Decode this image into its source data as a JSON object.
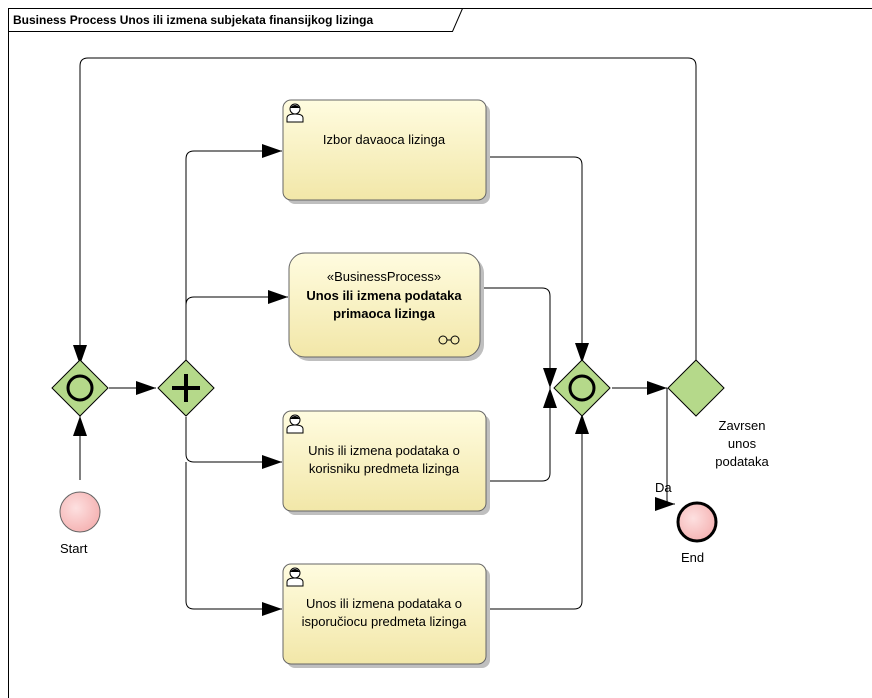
{
  "frame": {
    "title": "Business Process Unos ili izmena subjekata finansijkog lizinga"
  },
  "tasks": {
    "izbor": {
      "label": "Izbor davaoca lizinga"
    },
    "subprocess": {
      "stereotype": "«BusinessProcess»",
      "line1": "Unos ili izmena podataka",
      "line2": "primaoca lizinga"
    },
    "korisnik": {
      "line1": "Unis ili izmena podataka o",
      "line2": "korisniku predmeta lizinga"
    },
    "isporucilac": {
      "line1": "Unos ili izmena podataka o",
      "line2": "isporučiocu predmeta lizinga"
    }
  },
  "events": {
    "start": {
      "label": "Start"
    },
    "end": {
      "label": "End"
    }
  },
  "gateways": {
    "decision": {
      "line1": "Zavrsen",
      "line2": "unos",
      "line3": "podataka"
    }
  },
  "flows": {
    "yes_label": "Da"
  },
  "colors": {
    "task_fill_top": "#fffce0",
    "task_fill_bottom": "#f2e7a8",
    "gateway_fill": "#b5d98a",
    "event_fill": "#f6b8b8"
  }
}
